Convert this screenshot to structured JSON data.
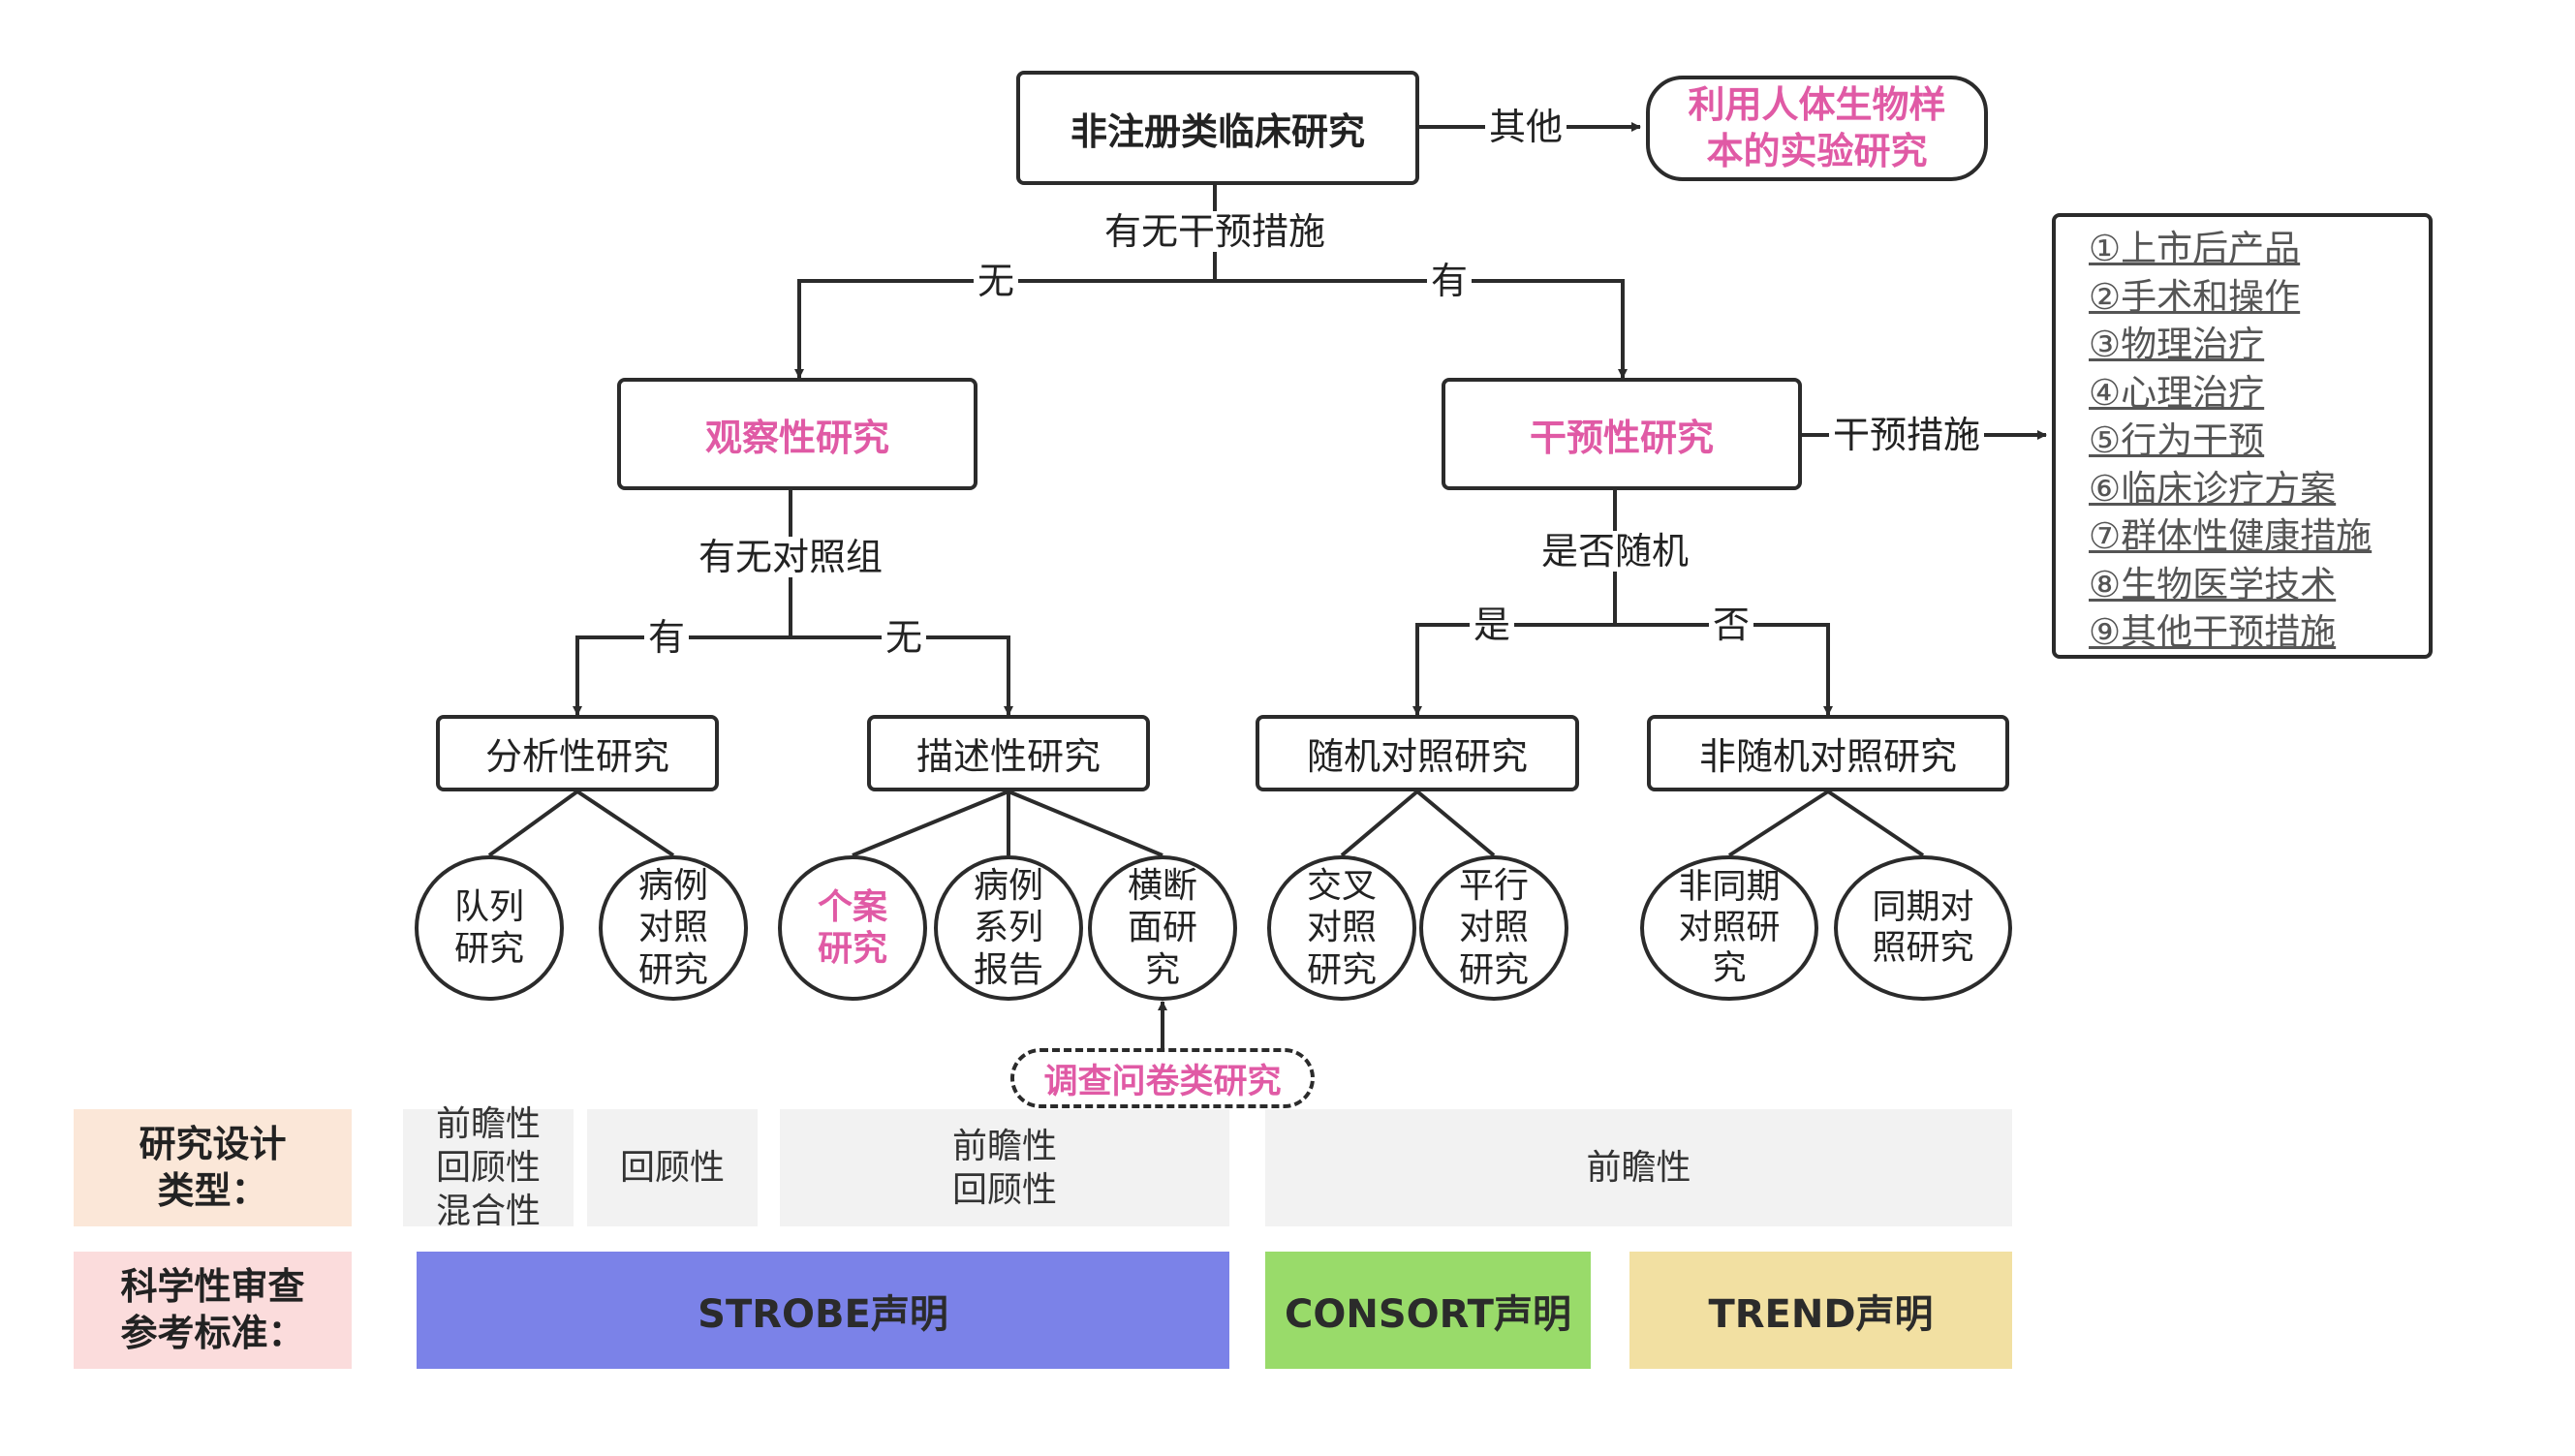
{
  "nodes": {
    "root": "非注册类临床研究",
    "biosample": "利用人体生物样\n本的实验研究",
    "observational": "观察性研究",
    "interventional": "干预性研究",
    "analytical": "分析性研究",
    "descriptive": "描述性研究",
    "rct": "随机对照研究",
    "non_rct": "非随机对照研究",
    "cohort": "队列\n研究",
    "case_control": "病例\n对照\n研究",
    "case_report": "个案\n研究",
    "case_series": "病例\n系列\n报告",
    "cross_sectional": "横断\n面研\n究",
    "crossover": "交叉\n对照\n研究",
    "parallel": "平行\n对照\n研究",
    "non_concurrent": "非同期\n对照研\n究",
    "concurrent": "同期对\n照研究",
    "survey": "调查问卷类研究"
  },
  "edges": {
    "other": "其他",
    "has_intervention_q": "有无干预措施",
    "no": "无",
    "yes": "有",
    "has_control_q": "有无对照组",
    "randomized_q": "是否随机",
    "is": "是",
    "is_not": "否",
    "interventions": "干预措施"
  },
  "intervention_list": [
    "①上市后产品",
    "②手术和操作",
    "③物理治疗",
    "④心理治疗",
    "⑤行为干预",
    "⑥临床诊疗方案",
    "⑦群体性健康措施",
    "⑧生物医学技术",
    "⑨其他干预措施"
  ],
  "table": {
    "design_header": "研究设计\n类型：",
    "standard_header": "科学性审查\n参考标准：",
    "design_analytical": "前瞻性\n回顾性\n混合性",
    "design_case_control": "回顾性",
    "design_descriptive": "前瞻性\n回顾性",
    "design_interventional": "前瞻性",
    "strobe": "STROBE声明",
    "consort": "CONSORT声明",
    "trend": "TREND声明"
  },
  "colors": {
    "pink_text": "#e05aa5",
    "design_header_bg": "#fbe7d8",
    "standard_header_bg": "#fbdcdc",
    "cell_gray": "#f2f2f2",
    "strobe_bg": "#7b82e8",
    "consort_bg": "#99db6a",
    "trend_bg": "#f2e0a2"
  }
}
